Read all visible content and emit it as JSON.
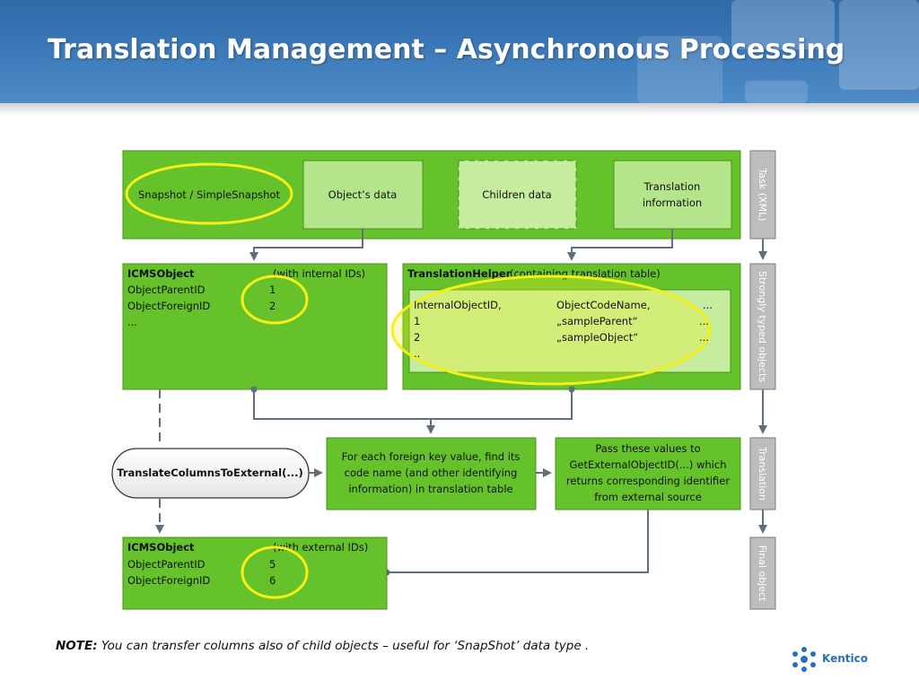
{
  "slide": {
    "title": "Translation Management – Asynchronous Processing"
  },
  "diagram": {
    "task_box": {
      "snapshot": "Snapshot / SimpleSnapshot",
      "objects_data": "Object’s data",
      "children_data": "Children data",
      "translation_info_line1": "Translation",
      "translation_info_line2": "information"
    },
    "side_labels": {
      "task": "Task (XML)",
      "strongly_typed": "Strongly typed objects",
      "translation": "Translation",
      "final": "Final object"
    },
    "icms_internal": {
      "title": "ICMSObject",
      "note": "(with internal IDs)",
      "row1_label": "ObjectParentID",
      "row1_value": "1",
      "row2_label": "ObjectForeignID",
      "row2_value": "2",
      "ellipsis": "..."
    },
    "translation_helper": {
      "title": "TranslationHelper",
      "note": "(containing translation table)",
      "col1_header": "InternalObjectID,",
      "col2_header": "ObjectCodeName,",
      "col3_header": "...",
      "row1_id": "1",
      "row1_name": "„sampleParent“",
      "row1_more": "...",
      "row2_id": "2",
      "row2_name": "„sampleObject“",
      "row2_more": "...",
      "ellipsis": ".."
    },
    "method": "TranslateColumnsToExternal(...)",
    "step1": {
      "line1": "For each foreign key value, find its",
      "line2": "code name (and other identifying",
      "line3": "information) in translation table"
    },
    "step2": {
      "line1": "Pass these values to",
      "line2": "GetExternalObjectID(...) which",
      "line3": "returns corresponding identifier",
      "line4": "from external source"
    },
    "icms_external": {
      "title": "ICMSObject",
      "note": "(with external IDs)",
      "row1_label": "ObjectParentID",
      "row1_value": "5",
      "row2_label": "ObjectForeignID",
      "row2_value": "6"
    }
  },
  "footer": {
    "note_label": "NOTE:",
    "note_text": " You can transfer columns also of child objects – useful for ‘SnapShot’ data type .",
    "logo_text": "Kentico"
  },
  "colors": {
    "header_blue": "#3b78b8",
    "green": "#66c22a",
    "light_green": "#b4e58a",
    "highlight_yellow": "#f5ef1a",
    "gray_arrow": "#6a7a8a"
  }
}
